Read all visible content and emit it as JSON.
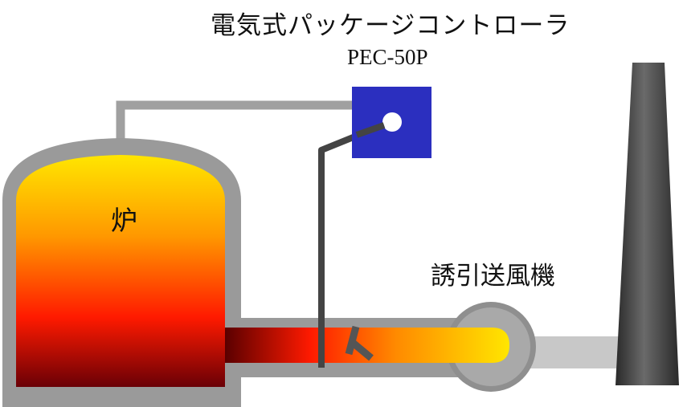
{
  "title": "電気式パッケージコントローラ",
  "model": "PEC-50P",
  "labels": {
    "furnace": "炉",
    "fan": "誘引送風機"
  },
  "colors": {
    "controller_fill": "#2b2fbf",
    "pipe_gray": "#999999",
    "stack_dark": "#3a3a3a",
    "flame_hot": "#ff0000",
    "flame_warm": "#ffd000",
    "flame_dark": "#5a0000"
  }
}
